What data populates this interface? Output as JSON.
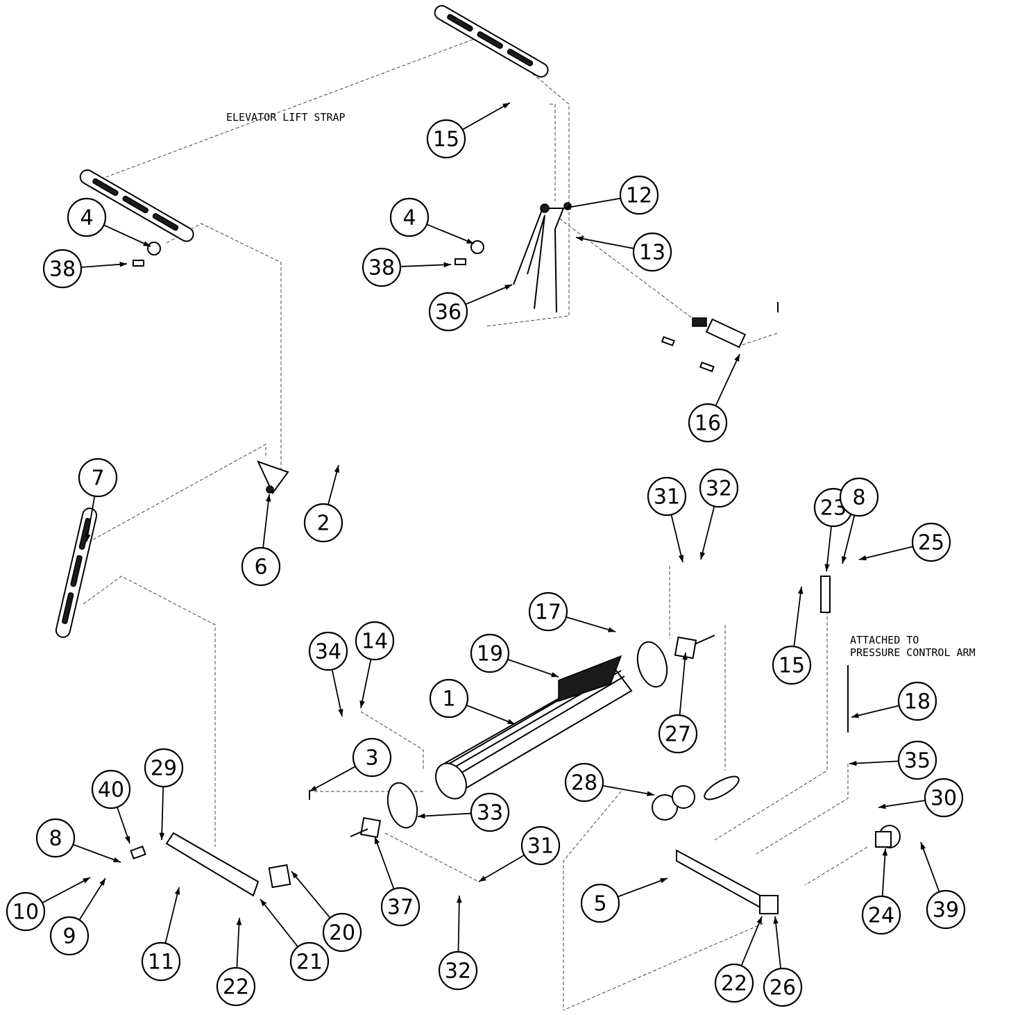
{
  "notes": {
    "elevator_lift_strap": "ELEVATOR LIFT STRAP",
    "attached_to_line1": "ATTACHED TO",
    "attached_to_line2": "PRESSURE CONTROL ARM"
  },
  "balloons": [
    "15",
    "12",
    "4",
    "13",
    "4",
    "38",
    "38",
    "36",
    "16",
    "7",
    "6",
    "2",
    "31",
    "32",
    "23",
    "8",
    "25",
    "17",
    "19",
    "34",
    "14",
    "15",
    "1",
    "27",
    "18",
    "35",
    "3",
    "29",
    "40",
    "28",
    "33",
    "30",
    "8",
    "10",
    "9",
    "11",
    "22",
    "21",
    "20",
    "37",
    "31",
    "5",
    "24",
    "39",
    "32",
    "22",
    "26"
  ]
}
